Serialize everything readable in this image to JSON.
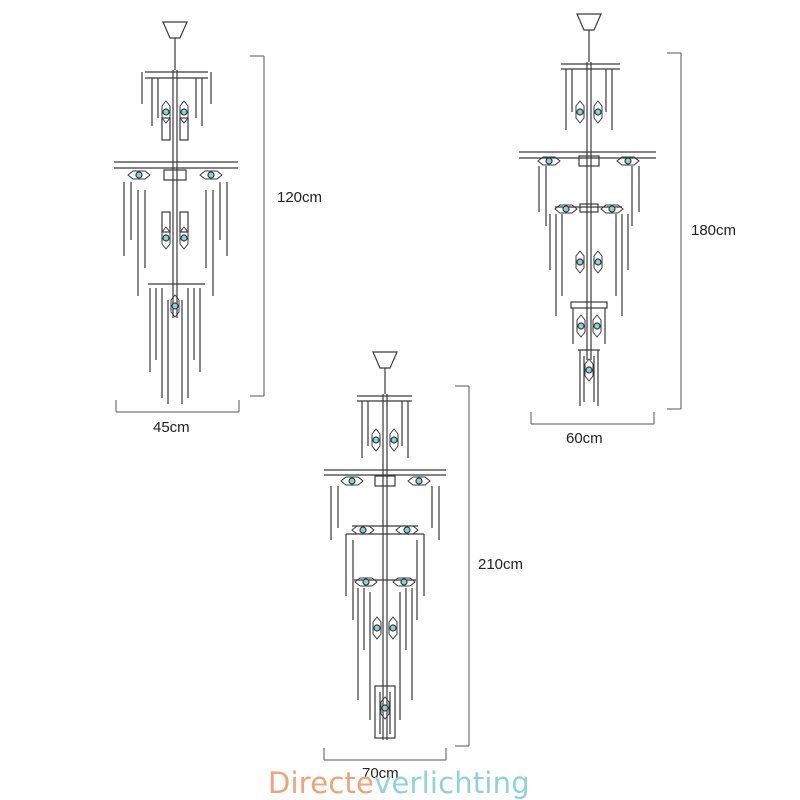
{
  "products": [
    {
      "name": "chandelier-small",
      "height_label": "120cm",
      "width_label": "45cm"
    },
    {
      "name": "chandelier-medium",
      "height_label": "180cm",
      "width_label": "60cm"
    },
    {
      "name": "chandelier-large",
      "height_label": "210cm",
      "width_label": "70cm"
    }
  ],
  "watermark": {
    "part1": "Directe",
    "part2": "verlichting",
    "color1": "#f2a27a",
    "color2": "#8fd2de"
  },
  "colors": {
    "line": "#3a3a3a",
    "dim_line": "#555555",
    "bulb_glow": "#7fd6e0"
  }
}
